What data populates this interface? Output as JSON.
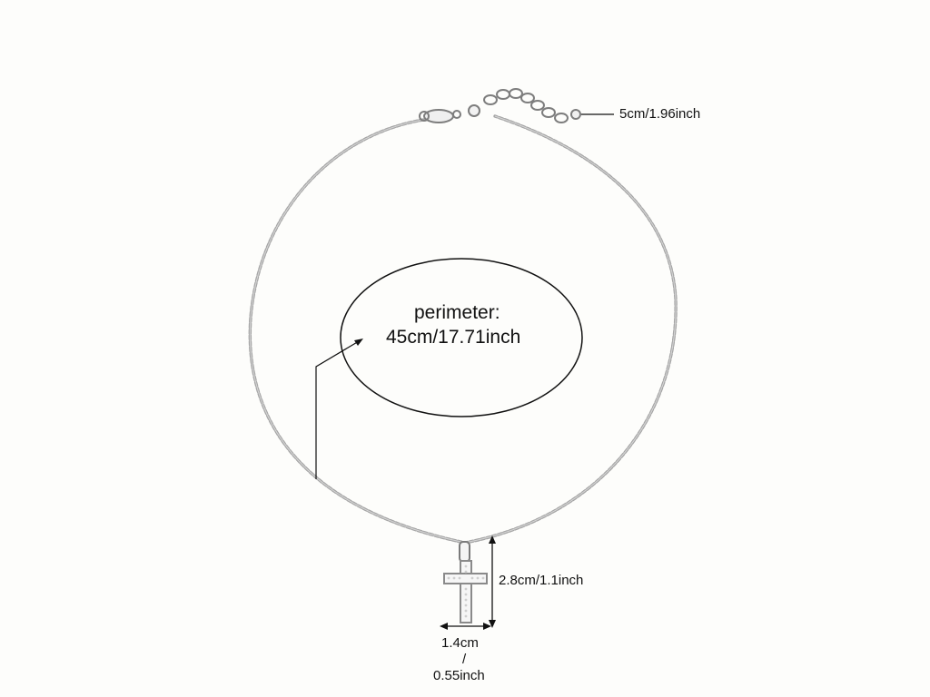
{
  "perimeter": {
    "title": "perimeter:",
    "value": "45cm/17.71inch"
  },
  "extender": {
    "label": "5cm/1.96inch"
  },
  "pendant": {
    "height_label": "2.8cm/1.1inch",
    "width_cm": "1.4cm",
    "width_sep": "/",
    "width_inch": "0.55inch"
  },
  "colors": {
    "background": "#fdfdfb",
    "chain": "#9a9a9a",
    "annotation": "#222222"
  }
}
